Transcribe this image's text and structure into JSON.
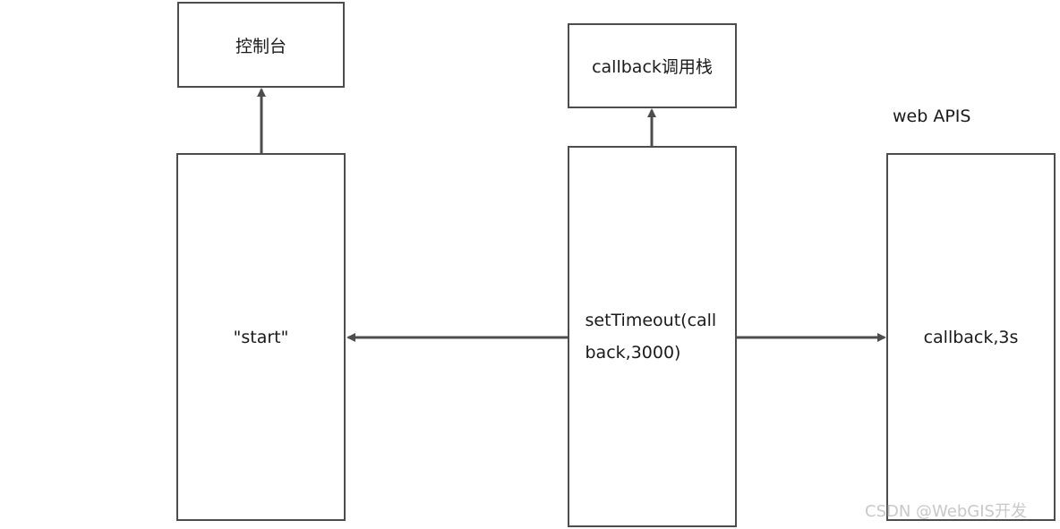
{
  "diagram": {
    "console_box": {
      "label": "控制台"
    },
    "callback_stack_box": {
      "label": "callback调用栈"
    },
    "web_apis_title": "web APIS",
    "console_column": {
      "label": "\"start\""
    },
    "call_stack_column": {
      "label": "setTimeout(callback,3000)"
    },
    "web_apis_column": {
      "label": "callback,3s"
    },
    "stroke_color": "#4d4d4d"
  },
  "watermark": "CSDN @WebGIS开发"
}
